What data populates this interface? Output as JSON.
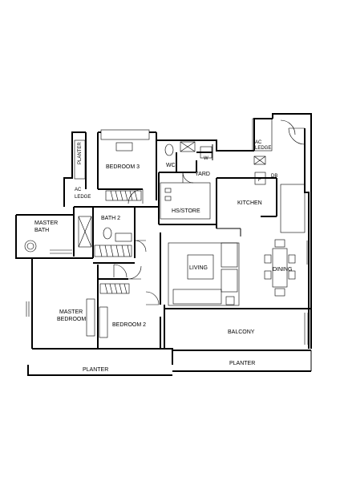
{
  "rooms": {
    "planter_top": "PLANTER",
    "bedroom3": "BEDROOM 3",
    "wc": "WC",
    "w": "W",
    "yard": "YARD",
    "ac_ledge_right_1": "AC",
    "ac_ledge_right_2": "LEDGE",
    "db": "DB",
    "f": "F",
    "ac_ledge_left_1": "AC",
    "ac_ledge_left_2": "LEDGE",
    "hs_store": "HS/STORE",
    "kitchen": "KITCHEN",
    "bath2": "BATH 2",
    "master_bath_1": "MASTER",
    "master_bath_2": "BATH",
    "living": "LIVING",
    "dining": "DINING",
    "master_bedroom_1": "MASTER",
    "master_bedroom_2": "BEDROOM",
    "bedroom2": "BEDROOM 2",
    "balcony": "BALCONY",
    "planter_bottom_left": "PLANTER",
    "planter_bottom_right": "PLANTER"
  }
}
